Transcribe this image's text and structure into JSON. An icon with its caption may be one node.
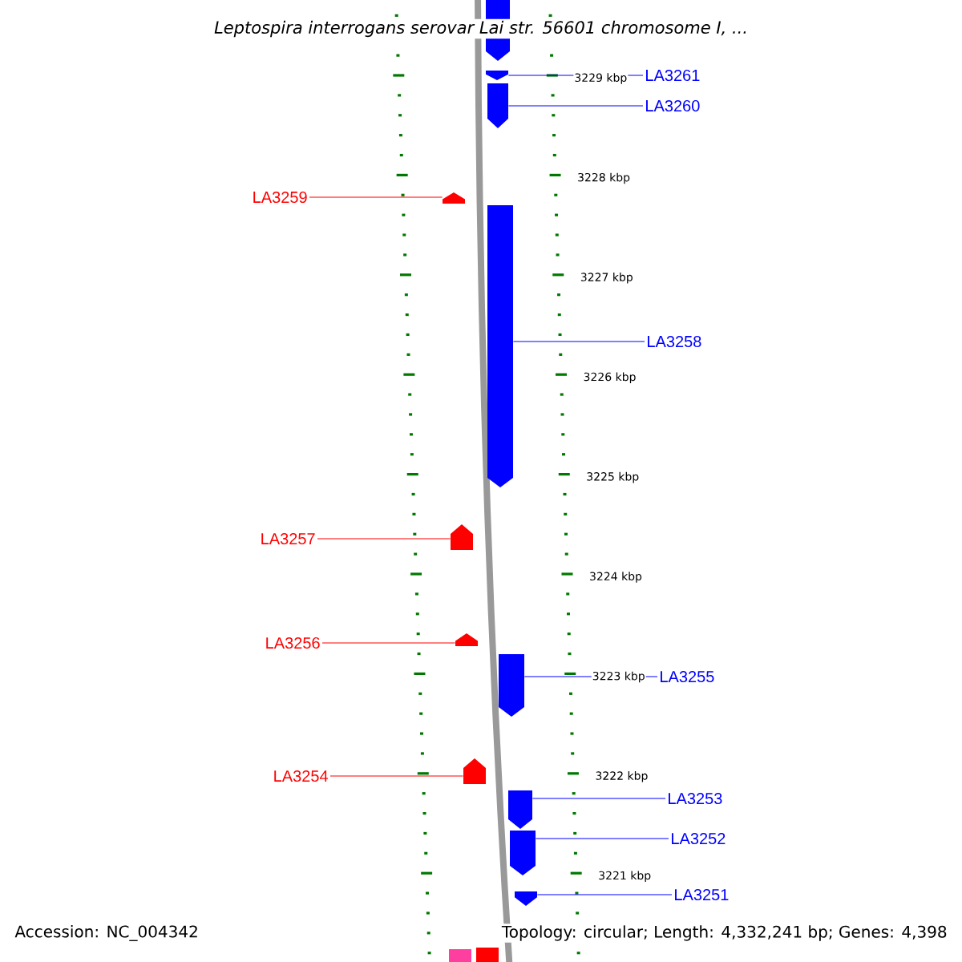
{
  "diagram": {
    "title": "Leptospira interrogans serovar Lai str. 56601 chromosome I, ...",
    "nodes": [
      {
        "text": [],
        "shape": "arrow"
      },
      {
        "text": [
          "LA3261"
        ]
      },
      {
        "text": [],
        "shape": "arrow"
      },
      {
        "text": [
          "LA3260"
        ]
      },
      {
        "text": [],
        "shape": "arrow"
      },
      {
        "text": [
          "LA3259"
        ]
      },
      {
        "text": [],
        "shape": "arrow"
      },
      {
        "text": [
          "LA3258"
        ]
      },
      {
        "text": [],
        "shape": "arrow"
      },
      {
        "text": [
          "LA3257"
        ]
      },
      {
        "text": [],
        "shape": "arrow"
      },
      {
        "text": [
          "LA3256"
        ]
      },
      {
        "text": [],
        "shape": "arrow"
      },
      {
        "text": [
          "LA3255"
        ]
      },
      {
        "text": [],
        "shape": "arrow"
      },
      {
        "text": [
          "LA3254"
        ]
      },
      {
        "text": [],
        "shape": "arrow"
      },
      {
        "text": [
          "LA3253"
        ]
      },
      {
        "text": [],
        "shape": "arrow"
      },
      {
        "text": [
          "LA3252"
        ]
      },
      {
        "text": [],
        "shape": "arrow"
      },
      {
        "text": [
          "LA3251"
        ]
      },
      {
        "text": [],
        "shape": "arrow"
      },
      {
        "text": [],
        "shape": "box"
      },
      {
        "text": [],
        "shape": "box"
      }
    ],
    "edges": [
      {
        "from": 1,
        "to": 2,
        "arrow": "none"
      },
      {
        "from": 3,
        "to": 4,
        "arrow": "none"
      },
      {
        "from": 5,
        "to": 6,
        "arrow": "none",
        "color": "#ff0000"
      },
      {
        "from": 7,
        "to": 8,
        "arrow": "none"
      },
      {
        "from": 9,
        "to": 10,
        "arrow": "none",
        "color": "#ff0000"
      },
      {
        "from": 11,
        "to": 12,
        "arrow": "none",
        "color": "#ff0000"
      },
      {
        "from": 13,
        "to": 14,
        "arrow": "none"
      },
      {
        "from": 15,
        "to": 16,
        "arrow": "none",
        "color": "#ff0000"
      },
      {
        "from": 17,
        "to": 18,
        "arrow": "none"
      },
      {
        "from": 19,
        "to": 20,
        "arrow": "none"
      },
      {
        "from": 21,
        "to": 22,
        "arrow": "none"
      }
    ],
    "labels": [
      "3229 kbp",
      "3228 kbp",
      "3227 kbp",
      "3226 kbp",
      "3225 kbp",
      "3224 kbp",
      "3223 kbp",
      "3222 kbp",
      "3221 kbp",
      "Accession: NC_004342",
      "Topology: circular; Length: 4,332,241 bp; Genes: 4,398"
    ]
  }
}
